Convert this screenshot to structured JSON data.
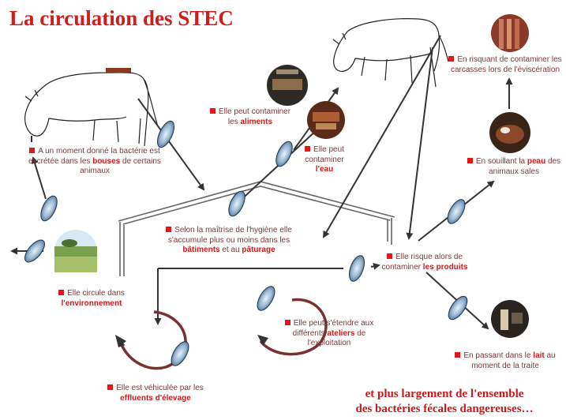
{
  "title": "La circulation des STEC",
  "labels": {
    "excretee": {
      "pre": "A un moment donné la bactérie est excrétée dans les ",
      "bold": "bouses",
      "post": " de certains animaux"
    },
    "aliments": {
      "pre": "Elle peut contaminer les ",
      "bold": "aliments",
      "post": ""
    },
    "eau": {
      "pre": "Elle peut contaminer ",
      "bold": "l'eau",
      "post": ""
    },
    "carcasses": {
      "pre": "En risquant de contaminer les carcasses lors de l'éviscération",
      "bold": "",
      "post": ""
    },
    "peau": {
      "pre": "En souillant la ",
      "bold": "peau",
      "post": " des animaux sales"
    },
    "hygiene": {
      "pre": "Selon la maîtrise de l'hygiène elle s'accumule plus ou moins dans les ",
      "bold": "bâtiments",
      "mid": " et au ",
      "bold2": "pâturage",
      "post": ""
    },
    "produits": {
      "pre": "Elle risque alors de contaminer ",
      "bold": "les produits",
      "post": ""
    },
    "environnement": {
      "pre": "Elle circule dans ",
      "bold": "l'environnement",
      "post": ""
    },
    "ateliers": {
      "pre": "Elle peut s'étendre aux différents ",
      "bold": "ateliers",
      "post": " de l'exploitation"
    },
    "lait": {
      "pre": "En passant dans le ",
      "bold": "lait",
      "post": " au moment de la traite"
    },
    "effluents": {
      "pre": "Elle est véhiculée par les ",
      "bold": "effluents d'élevage",
      "post": ""
    }
  },
  "footer": {
    "line1": "et plus largement de l'ensemble",
    "line2": "des bactéries fécales dangereuses…"
  },
  "colors": {
    "accent": "#d21b1b",
    "bullet": "#e01818",
    "bacteria": "#6f95b4",
    "arrow": "#333333"
  }
}
